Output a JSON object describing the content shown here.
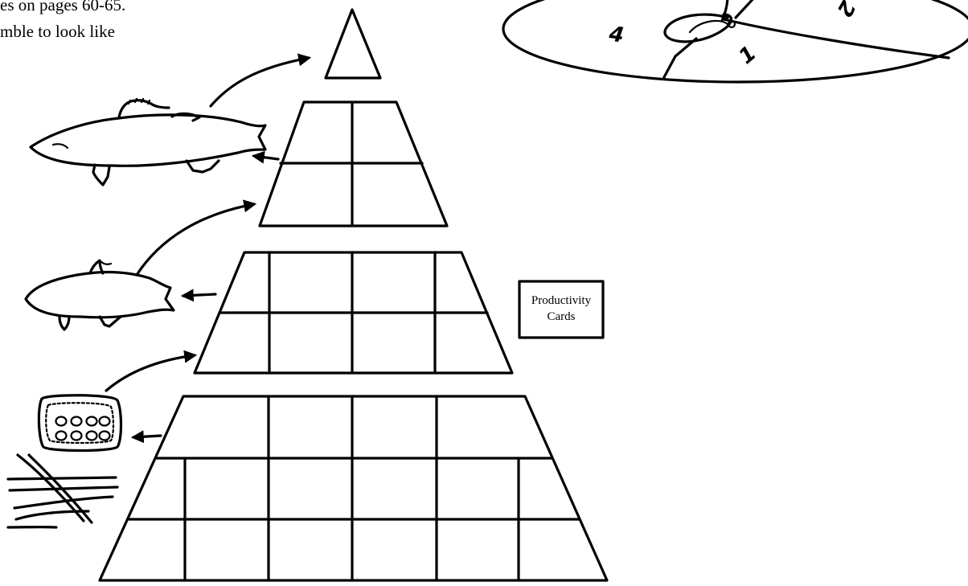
{
  "text_fragments": [
    "es on pages 60-65.",
    "mble to look like"
  ],
  "productivity_card": {
    "line1": "Productivity",
    "line2": "Cards"
  },
  "spinner": {
    "numbers": [
      "4",
      "2",
      "1"
    ]
  },
  "pyramid": {
    "levels": 4,
    "level_cells": [
      {
        "rows": 1,
        "cols": 1
      },
      {
        "rows": 2,
        "cols": 2
      },
      {
        "rows": 2,
        "cols": 4
      },
      {
        "rows": 3,
        "cols": 6
      }
    ]
  }
}
